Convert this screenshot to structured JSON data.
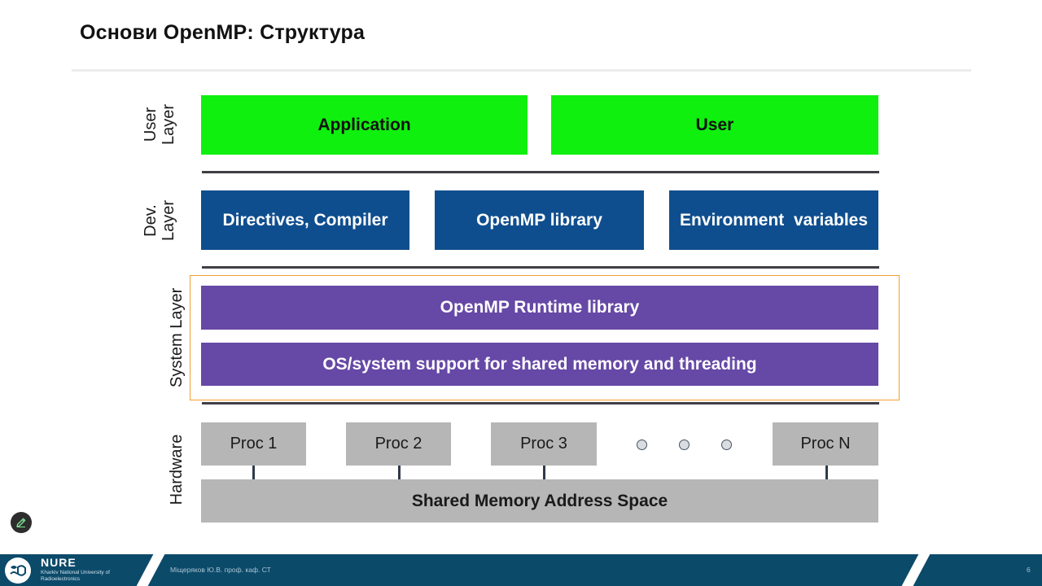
{
  "slide": {
    "title": "Основи OpenMP: Структура",
    "layers": {
      "user": "User\nLayer",
      "dev": "Dev.\nLayer",
      "system": "System Layer",
      "hardware": "Hardware"
    },
    "user_layer": [
      "Application",
      "User"
    ],
    "dev_layer": [
      "Directives, Compiler",
      "OpenMP library",
      "Environment  variables"
    ],
    "system_layer": [
      "OpenMP Runtime library",
      "OS/system support for shared memory and threading"
    ],
    "hardware": {
      "procs": [
        "Proc 1",
        "Proc 2",
        "Proc 3",
        "Proc N"
      ],
      "memory": "Shared Memory Address Space"
    }
  },
  "footer": {
    "brand": "NURE",
    "brand_sub": "Kharkiv National University of Radioelectronics",
    "author": "Міщеряков Ю.В. проф. каф. СТ",
    "page_number": "6"
  },
  "colors": {
    "user": "#0ff00f",
    "dev": "#0f4e8e",
    "system": "#6648a6",
    "hardware": "#b6b6b6",
    "frame": "#f0a032",
    "footer": "#0c4a6a"
  },
  "icons": [
    "edit-pen-icon",
    "nure-logo-icon"
  ]
}
